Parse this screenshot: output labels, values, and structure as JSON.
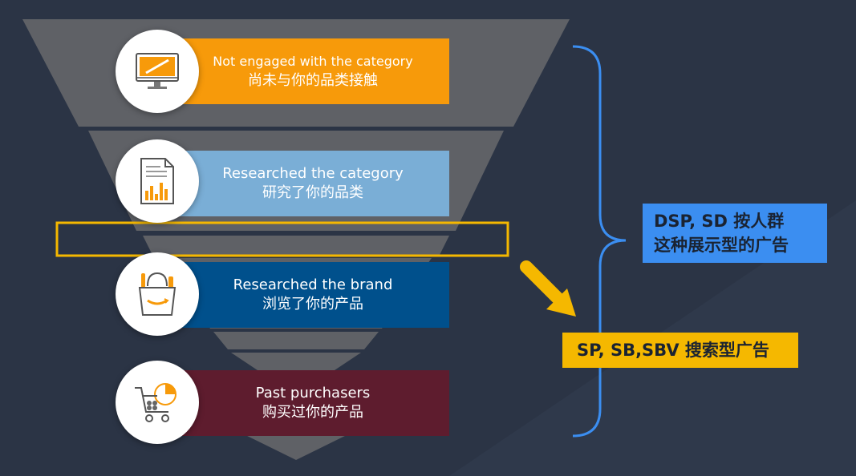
{
  "colors": {
    "background": "#2b3445",
    "funnel": "#5f6166",
    "stage1": "#f79a0a",
    "stage2": "#7aaed6",
    "stage3": "#00508c",
    "stage4": "#5e1c2e",
    "bracket": "#3b8ef1",
    "highlight": "#f5b800",
    "dsp_box": "#3b8ef1",
    "sp_box": "#f5b800"
  },
  "stages": [
    {
      "en": "Not engaged with the category",
      "zh": "尚未与你的品类接触",
      "icon": "monitor-icon"
    },
    {
      "en": "Researched the category",
      "zh": "研究了你的品类",
      "icon": "report-chart-icon"
    },
    {
      "en": "Researched the brand",
      "zh": "浏览了你的产品",
      "icon": "shopping-bag-icon"
    },
    {
      "en": "Past purchasers",
      "zh": "购买过你的产品",
      "icon": "shopping-cart-icon"
    }
  ],
  "labels": {
    "dsp_line1": "DSP, SD 按人群",
    "dsp_line2": "这种展示型的广告",
    "sp": "SP, SB,SBV 搜索型广告"
  }
}
